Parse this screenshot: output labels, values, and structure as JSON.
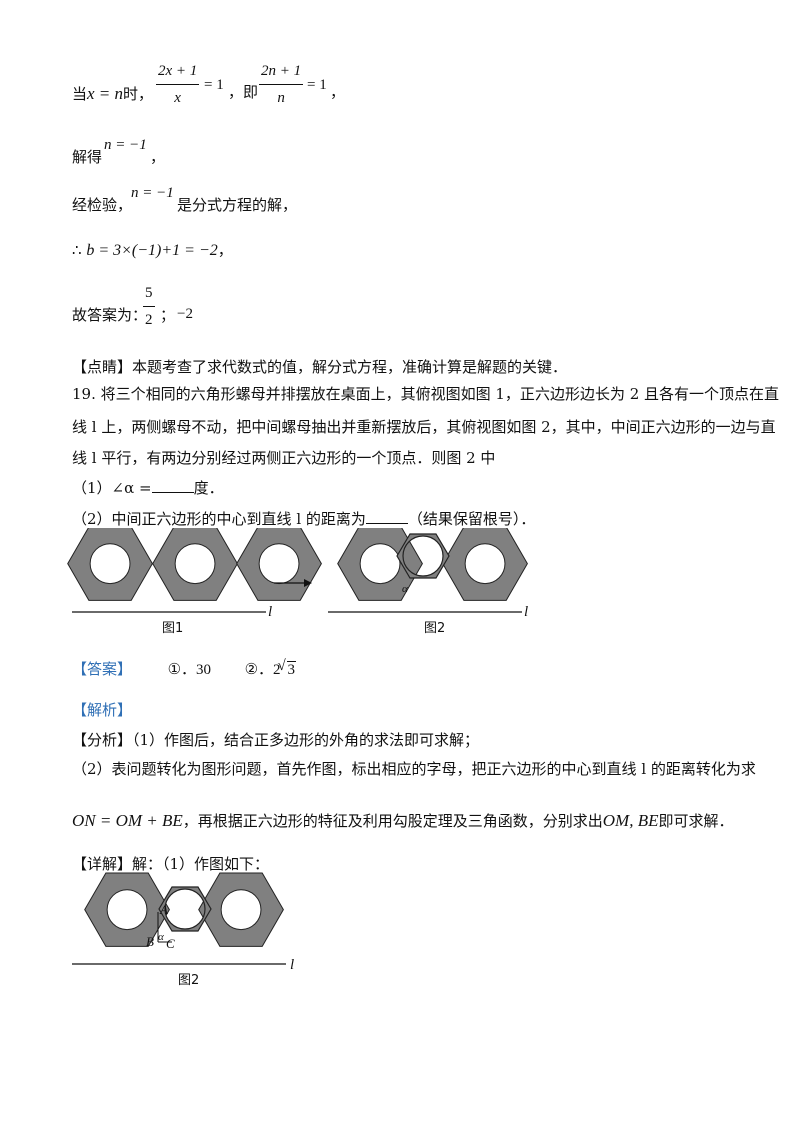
{
  "line1": {
    "prefix": "当",
    "x_eq_n": "x = n",
    "shi": "时，",
    "frac1_num": "2x + 1",
    "frac1_den": "x",
    "eq1": "= 1",
    "ji": "，即",
    "frac2_num": "2n + 1",
    "frac2_den": "n",
    "eq2": "= 1",
    "end": "，"
  },
  "line2": {
    "prefix": "解得",
    "expr": "n = −1",
    "end": "，"
  },
  "line3": {
    "prefix": "经检验，",
    "expr": "n = −1",
    "suffix": "是分式方程的解，"
  },
  "line4": {
    "therefore": "∴",
    "expr": "b = 3×(−1)+1 = −2",
    "end": "，"
  },
  "line5": {
    "prefix": "故答案为：",
    "frac_num": "5",
    "frac_den": "2",
    "sep": "；",
    "val2": "−2"
  },
  "dianjing": {
    "label": "【点睛】",
    "text": "本题考查了求代数式的值，解分式方程，准确计算是解题的关键．"
  },
  "q19": {
    "line1": "19. 将三个相同的六角形螺母并排摆放在桌面上，其俯视图如图 1，正六边形边长为 2 且各有一个顶点在直",
    "line2": "线 l 上，两侧螺母不动，把中间螺母抽出并重新摆放后，其俯视图如图 2，其中，中间正六边形的一边与直",
    "line3": "线 l 平行，有两边分别经过两侧正六边形的一个顶点．则图 2 中",
    "part1_prefix": "（1）∠α =",
    "part1_suffix": "度．",
    "part2_prefix": "（2）中间正六边形的中心到直线 l 的距离为",
    "part2_suffix": "（结果保留根号）．"
  },
  "figures": {
    "fig1_caption": "图1",
    "fig2_caption": "图2",
    "line_label": "l",
    "alpha": "α",
    "fig3_caption": "图2",
    "label_A": "A",
    "label_B": "B",
    "label_C": "C"
  },
  "answer": {
    "label": "【答案】",
    "a1": "①．30",
    "a2_prefix": "②．2",
    "a2_root": "3"
  },
  "jiexi": {
    "label": "【解析】"
  },
  "fenxi": {
    "label": "【分析】",
    "text1": "（1）作图后，结合正多边形的外角的求法即可求解；",
    "text2": "（2）表问题转化为图形问题，首先作图，标出相应的字母，把正六边形的中心到直线 l 的距离转化为求",
    "expr": "ON = OM + BE",
    "text3": "，再根据正六边形的特征及利用勾股定理及三角函数，分别求出",
    "expr2": "OM, BE",
    "text4": "即可求解．"
  },
  "xiangjie": {
    "label": "【详解】",
    "text": "解：（1）作图如下："
  },
  "colors": {
    "hex_fill": "#808080",
    "blue": "#2f6fb5"
  }
}
